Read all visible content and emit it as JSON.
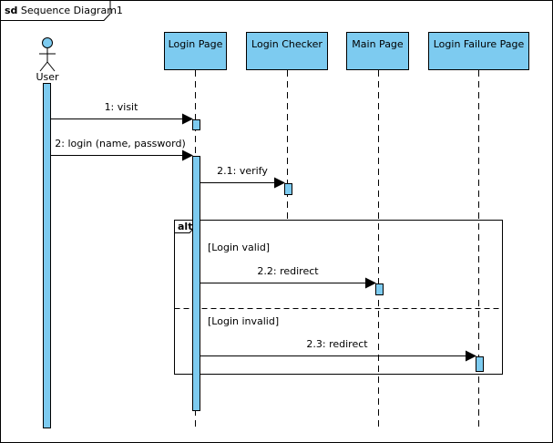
{
  "frame": {
    "keyword": "sd",
    "name": "Sequence Diagram1"
  },
  "actor": {
    "name": "User"
  },
  "lifelines": [
    {
      "id": "login_page",
      "name": "Login Page"
    },
    {
      "id": "login_checker",
      "name": "Login Checker"
    },
    {
      "id": "main_page",
      "name": "Main Page"
    },
    {
      "id": "login_failure_page",
      "name": "Login Failure Page"
    }
  ],
  "messages": [
    {
      "label": "1: visit",
      "from": "User",
      "to": "Login Page"
    },
    {
      "label": "2: login (name, password)",
      "from": "User",
      "to": "Login Page"
    },
    {
      "label": "2.1: verify",
      "from": "Login Page",
      "to": "Login Checker"
    },
    {
      "label": "2.2: redirect",
      "from": "Login Page",
      "to": "Main Page"
    },
    {
      "label": "2.3: redirect",
      "from": "Login Page",
      "to": "Login Failure Page"
    }
  ],
  "fragment": {
    "operator": "alt",
    "guards": [
      "[Login valid]",
      "[Login invalid]"
    ]
  },
  "colors": {
    "box_fill": "#7dcbf0",
    "stroke": "#000000"
  }
}
